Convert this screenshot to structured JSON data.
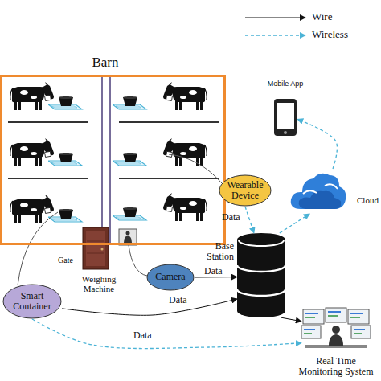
{
  "diagram": {
    "nodes": [
      {
        "text": [
          "Barn"
        ]
      },
      {
        "text": [
          "Mobile App"
        ]
      },
      {
        "text": [
          "Wearable Device"
        ]
      },
      {
        "text": [
          "Cloud"
        ]
      },
      {
        "text": [
          "Base Station"
        ]
      },
      {
        "text": [
          "Camera"
        ]
      },
      {
        "text": [
          "Smart Container"
        ]
      },
      {
        "text": [
          "Real Time Monitoring System"
        ]
      }
    ],
    "edges": [
      {
        "from": 2,
        "to": 4,
        "arrow": "to",
        "label": "Data"
      },
      {
        "from": 4,
        "to": 3,
        "arrow": "to"
      },
      {
        "from": 3,
        "to": 1,
        "arrow": "to"
      },
      {
        "from": 5,
        "to": 4,
        "arrow": "to",
        "label": "Data"
      },
      {
        "from": 6,
        "to": 4,
        "arrow": "to",
        "label": "Data"
      },
      {
        "from": 6,
        "to": 7,
        "arrow": "to",
        "label": "Data"
      },
      {
        "from": 4,
        "to": 7,
        "arrow": "to"
      }
    ],
    "labels": [
      "Gate",
      "Weighing Machine"
    ],
    "legend": [
      {
        "text": "Wire"
      },
      {
        "text": "Wireless"
      }
    ]
  }
}
